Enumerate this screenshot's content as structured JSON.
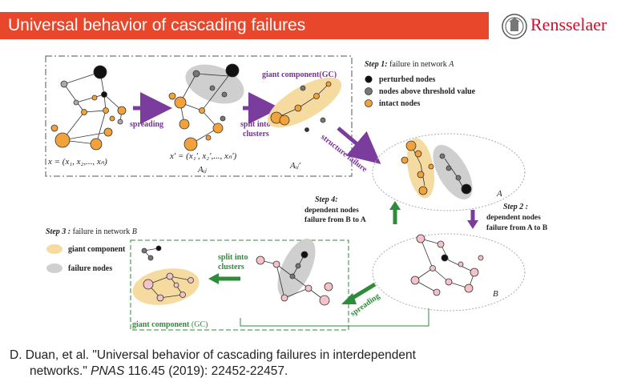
{
  "slide": {
    "title": "Universal behavior of cascading failures",
    "logo_text": "Rensselaer",
    "citation": {
      "line1": "D. Duan, et al. \"Universal behavior of cascading failures in interdependent",
      "line2_pre": "networks.\" ",
      "line2_journal": "PNAS",
      "line2_post": " 116.45 (2019): 22452-22457."
    }
  },
  "legend_a": {
    "heading_label": "Step 1:",
    "heading_text": " failure in network ",
    "heading_var": "A",
    "items": [
      {
        "label": "perturbed nodes",
        "color": "#111111"
      },
      {
        "label": "nodes above threshold value",
        "color": "#777777"
      },
      {
        "label": "intact nodes",
        "color": "#f2a23a"
      }
    ]
  },
  "legend_b": {
    "heading_label": "Step 3 :",
    "heading_text": " failure in network ",
    "heading_var": "B",
    "items": [
      {
        "label": "giant component",
        "color": "#f5dba0"
      },
      {
        "label": "failure nodes",
        "color": "#d0d0d0"
      }
    ]
  },
  "labels": {
    "spreading": "spreading",
    "split_line1": "split into",
    "split_line2": "clusters",
    "giant_component_gc": "giant component(GC)",
    "structure_failure": "structure failure",
    "formula_x": "x = (x₁, x₂,..., xₙ)",
    "formula_x_prime": "x' = (x₁', x₂',..., xₙ')",
    "aij": "Aᵢⱼ",
    "aij_prime": "Aᵢⱼ'",
    "net_a": "A",
    "net_b": "B",
    "step2_label": "Step 2 :",
    "step2_line1": "dependent nodes",
    "step2_line2": "failure from A to B",
    "step4_label": "Step 4:",
    "step4_line1": "dependent nodes",
    "step4_line2": "failure from B to A",
    "giant_component_b": "giant component",
    "gc_b": "(GC)"
  },
  "colors": {
    "title_bar": "#e8472b",
    "logo": "#c8102e",
    "purple_arrow": "#7a3d9e",
    "green_arrow": "#2e8b3a",
    "purple_text": "#7a2d9e",
    "green_text": "#2e8b3a",
    "orange_node": "#f2a23a",
    "pink_node": "#f4c2c8"
  }
}
